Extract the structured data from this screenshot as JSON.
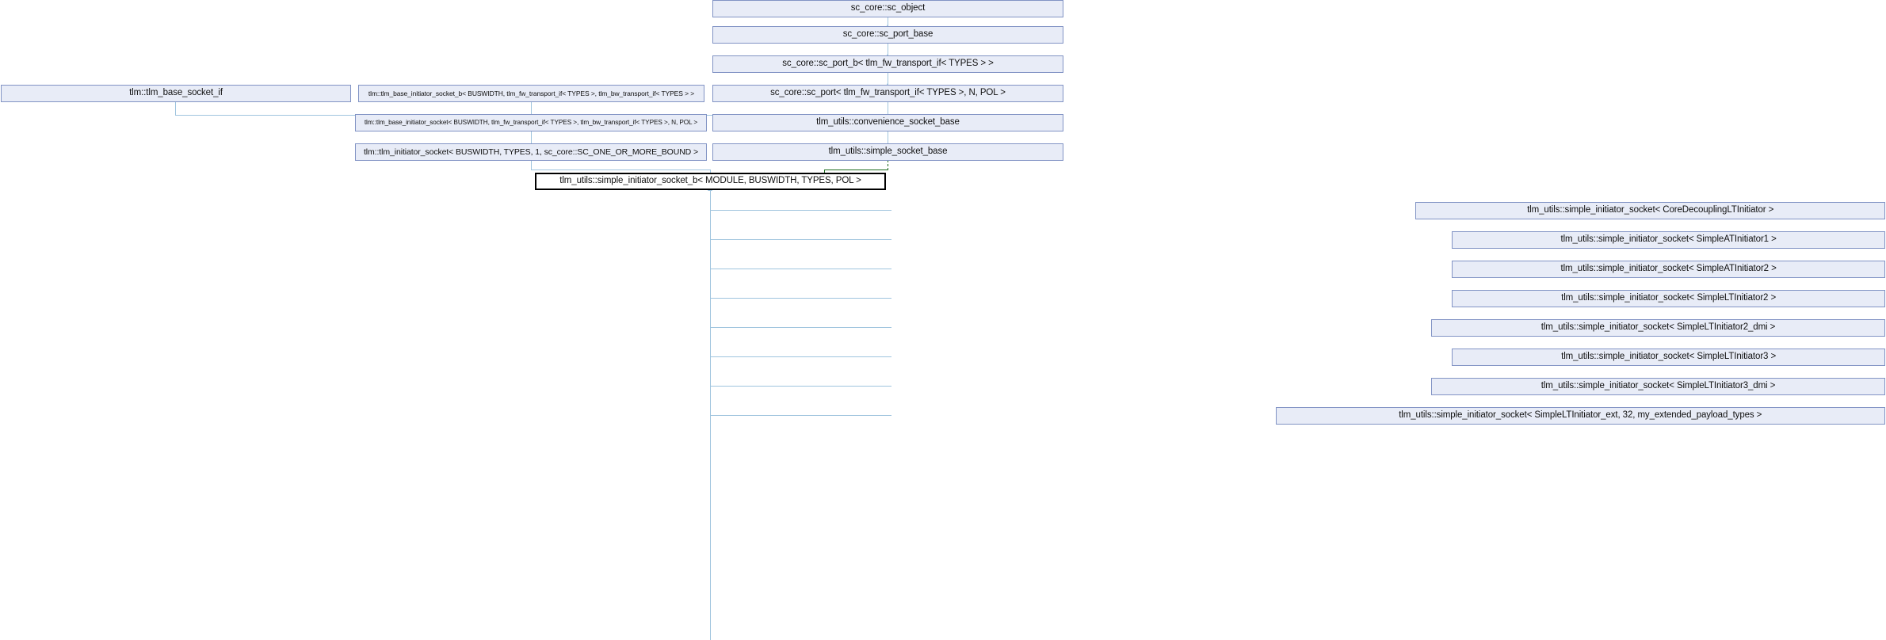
{
  "diagram": {
    "title": "tlm_utils::simple_initiator_socket_b< MODULE, BUSWIDTH, TYPES, POL > inheritance diagram",
    "type": "inheritance-graph",
    "colors": {
      "node_fill": "#e8ecf7",
      "node_border": "#8193c4",
      "focus_fill": "#ffffff",
      "focus_border": "#000000",
      "edge_public": "#9fc4de",
      "edge_protected": "#1d6b1d",
      "background": "#ffffff",
      "text": "#101010"
    }
  },
  "nodes": {
    "sc_object": "sc_core::sc_object",
    "sc_port_base": "sc_core::sc_port_base",
    "sc_port_b": "sc_core::sc_port_b< tlm_fw_transport_if< TYPES > >",
    "sc_port": "sc_core::sc_port< tlm_fw_transport_if< TYPES >, N, POL >",
    "tlm_base_socket_if": "tlm::tlm_base_socket_if",
    "tlm_base_initiator_socket_b": "tlm::tlm_base_initiator_socket_b< BUSWIDTH, tlm_fw_transport_if< TYPES >, tlm_bw_transport_if< TYPES > >",
    "tlm_base_initiator_socket": "tlm::tlm_base_initiator_socket< BUSWIDTH, tlm_fw_transport_if< TYPES >, tlm_bw_transport_if< TYPES >, N, POL >",
    "tlm_initiator_socket": "tlm::tlm_initiator_socket< BUSWIDTH, TYPES, 1, sc_core::SC_ONE_OR_MORE_BOUND >",
    "convenience_socket_base": "tlm_utils::convenience_socket_base",
    "simple_socket_base": "tlm_utils::simple_socket_base",
    "focus": "tlm_utils::simple_initiator_socket_b< MODULE, BUSWIDTH, TYPES, POL >"
  },
  "derived": [
    {
      "label": "tlm_utils::simple_initiator_socket< CoreDecouplingLTInitiator >"
    },
    {
      "label": "tlm_utils::simple_initiator_socket< SimpleATInitiator1 >"
    },
    {
      "label": "tlm_utils::simple_initiator_socket< SimpleATInitiator2 >"
    },
    {
      "label": "tlm_utils::simple_initiator_socket< SimpleLTInitiator2 >"
    },
    {
      "label": "tlm_utils::simple_initiator_socket< SimpleLTInitiator2_dmi >"
    },
    {
      "label": "tlm_utils::simple_initiator_socket< SimpleLTInitiator3 >"
    },
    {
      "label": "tlm_utils::simple_initiator_socket< SimpleLTInitiator3_dmi >"
    },
    {
      "label": "tlm_utils::simple_initiator_socket< SimpleLTInitiator_ext, 32, my_extended_payload_types >"
    }
  ]
}
